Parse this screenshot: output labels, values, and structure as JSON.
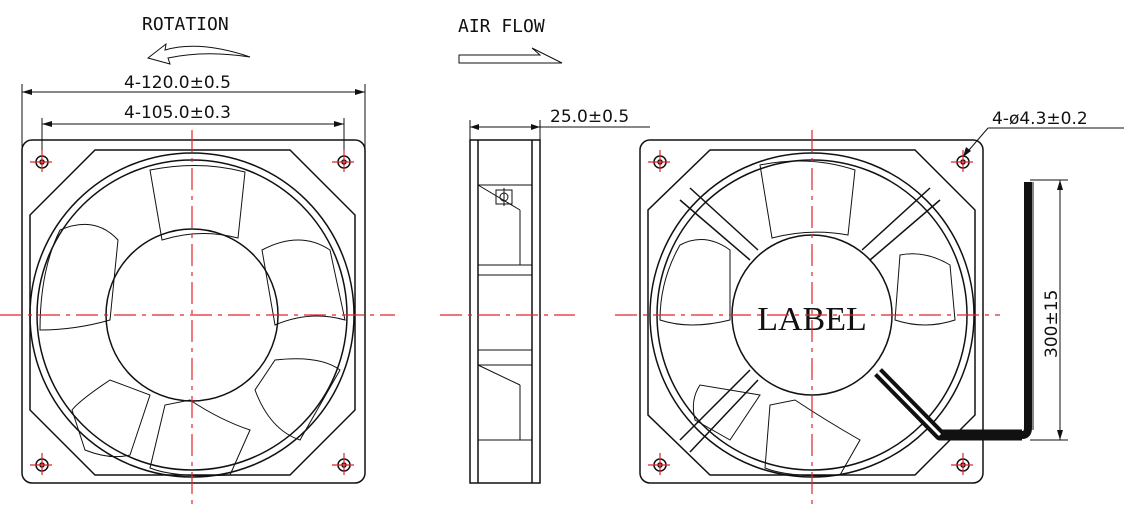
{
  "labels": {
    "rotation": "ROTATION",
    "air_flow": "AIR FLOW",
    "overall_size": "4-120.0±0.5",
    "hole_spacing": "4-105.0±0.3",
    "thickness": "25.0±0.5",
    "hole_diameter": "4-ø4.3±0.2",
    "lead_length": "300±15",
    "label_text": "LABEL"
  },
  "colors": {
    "line": "#111111",
    "centerline": "#e0242c"
  }
}
